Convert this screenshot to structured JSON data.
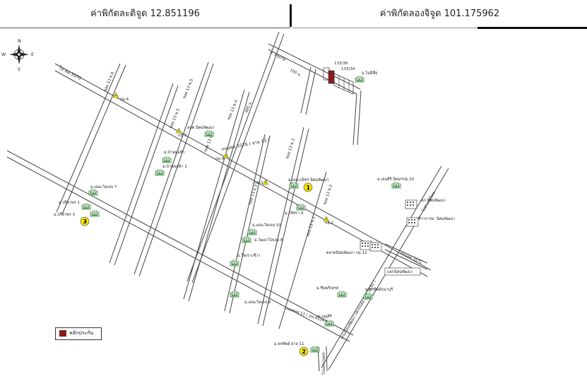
{
  "header": {
    "latitude_label": "ค่าพิกัดละติจูด 12.851196",
    "longitude_label": "ค่าพิกัดลองจิจูด 101.175962"
  },
  "compass": {
    "n": "N",
    "s": "S",
    "e": "E",
    "w": "W"
  },
  "roads": {
    "r_khp3370": "ไป ทล.3370",
    "r_moo6": "ซอย 13 ซ.6",
    "r_moo5": "ซอย 13 ซ.5",
    "r_moo4": "ซอย 13 ซ.4",
    "r_485": "485 ม.",
    "r_nikhom3376": "ถนนทล.3376 ( สาย 13 )",
    "r_moo3": "ซอย 13 ซ.3",
    "r_moo1": "ซอย 13 ซ.1",
    "r_moo2": "ซอย 13 ซ.2",
    "r_sukhumvit": "ถ. สุขุมวิท",
    "r_100m": "100 ม.",
    "r_3571": "ถนนทล.3571",
    "r_3191": "ถนนนิคมพัฒนา-ปลวกแดง ( ทล.3191 )",
    "r_soi11": "ถนนซอย 11 ( ทล.4524 )",
    "r_klaeng": "ไปแยกเกษตร",
    "r_nikhom_dept": "ไปอำเภอนิคม",
    "km_junction": "แยกนิคมพัฒนา"
  },
  "plots": {
    "p1": "133/36",
    "p2": "133/34"
  },
  "places": {
    "pl_maimiwai": "ม.ไม่มีชื่อ",
    "pl_obt": "อบต.นิคมพัฒนา",
    "pl_banphonfa": "ม.บ้านพอฟ้า",
    "pl_banphonfa2": "ม.บ้านพอฟ้า 2",
    "pl_deorawilet7": "ม.เดอะวิลเลจ 7",
    "pl_priyaphon": "ม.ปริยาพร 1",
    "pl_priyaphon3": "ม.ปริยาพร 3",
    "pl_deopet": "ม.เดอะเพ็ชร นิคมพัฒนา",
    "pl_wariwa": "ม.วริศรา 9",
    "pl_deorawilet10": "ม.เดอะวิลเลจ 10",
    "pl_wattana": "ม.วัฒนาวิลเลจ 8",
    "pl_phaiseri": "ม.ไพเราะชีวา",
    "pl_deorawilet8": "ม.เดอะวิลเลจ 8",
    "pl_siriphet": "ม.เจนสิริ นิคมฯกม.10",
    "pl_sorpo": "สภ.นิคมพัฒนา",
    "pl_thiwakarn": "ที่ว่าการอ. นิคมพัฒนา",
    "pl_talad": "ตลาดนิคมพัฒนา กม.12",
    "pl_chinpiset": "ม.ชินพรีเพรส",
    "pl_phrathong": "ม.พรทิพย์ธนาบุรี",
    "pl_boonsiri": "ม.บุญสิริ",
    "pl_phrathong2": "ม.พรทิพย์ สาย 11"
  },
  "km_markers": {
    "k6": "กม.6",
    "k5": "กม.5",
    "k4": "กม.4",
    "k3": "กม.3",
    "k2": "กม.2"
  },
  "numbers": {
    "n1": "1",
    "n2": "2",
    "n3": "3"
  },
  "legend": {
    "label": "หลักประกัน",
    "swatch_color": "#8b1a1a"
  },
  "colors": {
    "marker_yellow": "#f5e400",
    "building_green": "#2e7d32",
    "plot_red": "#8b1a1a"
  }
}
